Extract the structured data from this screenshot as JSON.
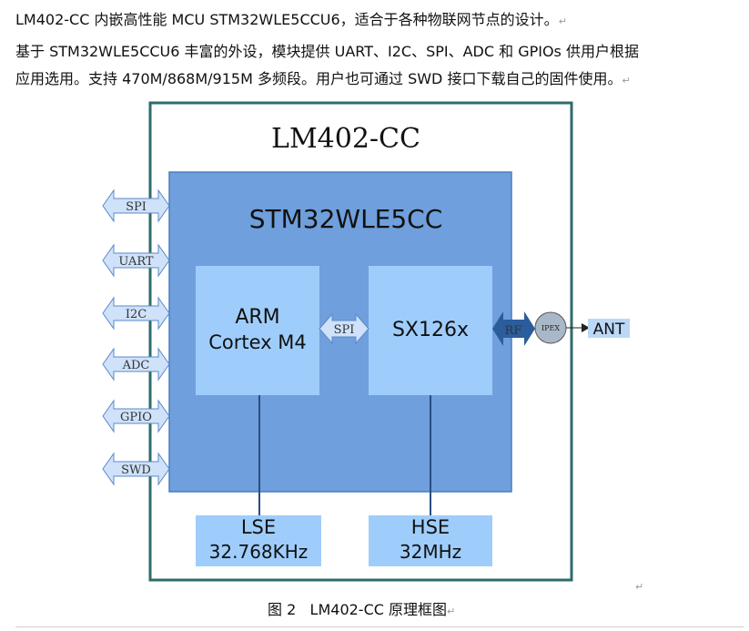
{
  "description": {
    "line1": "LM402-CC 内嵌高性能 MCU STM32WLE5CCU6，适合于各种物联网节点的设计。",
    "line2": "基于 STM32WLE5CCU6 丰富的外设，模块提供 UART、I2C、SPI、ADC 和 GPIOs 供用户根据",
    "line3": "应用选用。支持 470M/868M/915M 多频段。用户也可通过 SWD 接口下载自己的固件使用。",
    "return_mark": "↵"
  },
  "diagram": {
    "module_title": "LM402-CC",
    "chip_title": "STM32WLE5CC",
    "core_line1": "ARM",
    "core_line2": "Cortex M4",
    "radio": "SX126x",
    "internal_bus": "SPI",
    "rf_label": "RF",
    "ipex_label": "IPEX",
    "antenna": "ANT",
    "lse_line1": "LSE",
    "lse_line2": "32.768KHz",
    "hse_line1": "HSE",
    "hse_line2": "32MHz",
    "interfaces": [
      "SPI",
      "UART",
      "I2C",
      "ADC",
      "GPIO",
      "SWD"
    ]
  },
  "colors": {
    "module_border": "#2f6b6b",
    "chip_fill": "#6f9fdc",
    "chip_border": "#4a7ec0",
    "block_fill": "#9fcdfb",
    "arrow_fill": "#cfe2fa",
    "arrow_stroke": "#5b89c8",
    "rf_arrow": "#2b5d9c",
    "ipex_fill": "#a9b8c9",
    "ant_fill": "#bcd8f6",
    "connector": "#2b4c86"
  },
  "caption": {
    "figure": "图 2",
    "title": "LM402-CC 原理框图"
  }
}
